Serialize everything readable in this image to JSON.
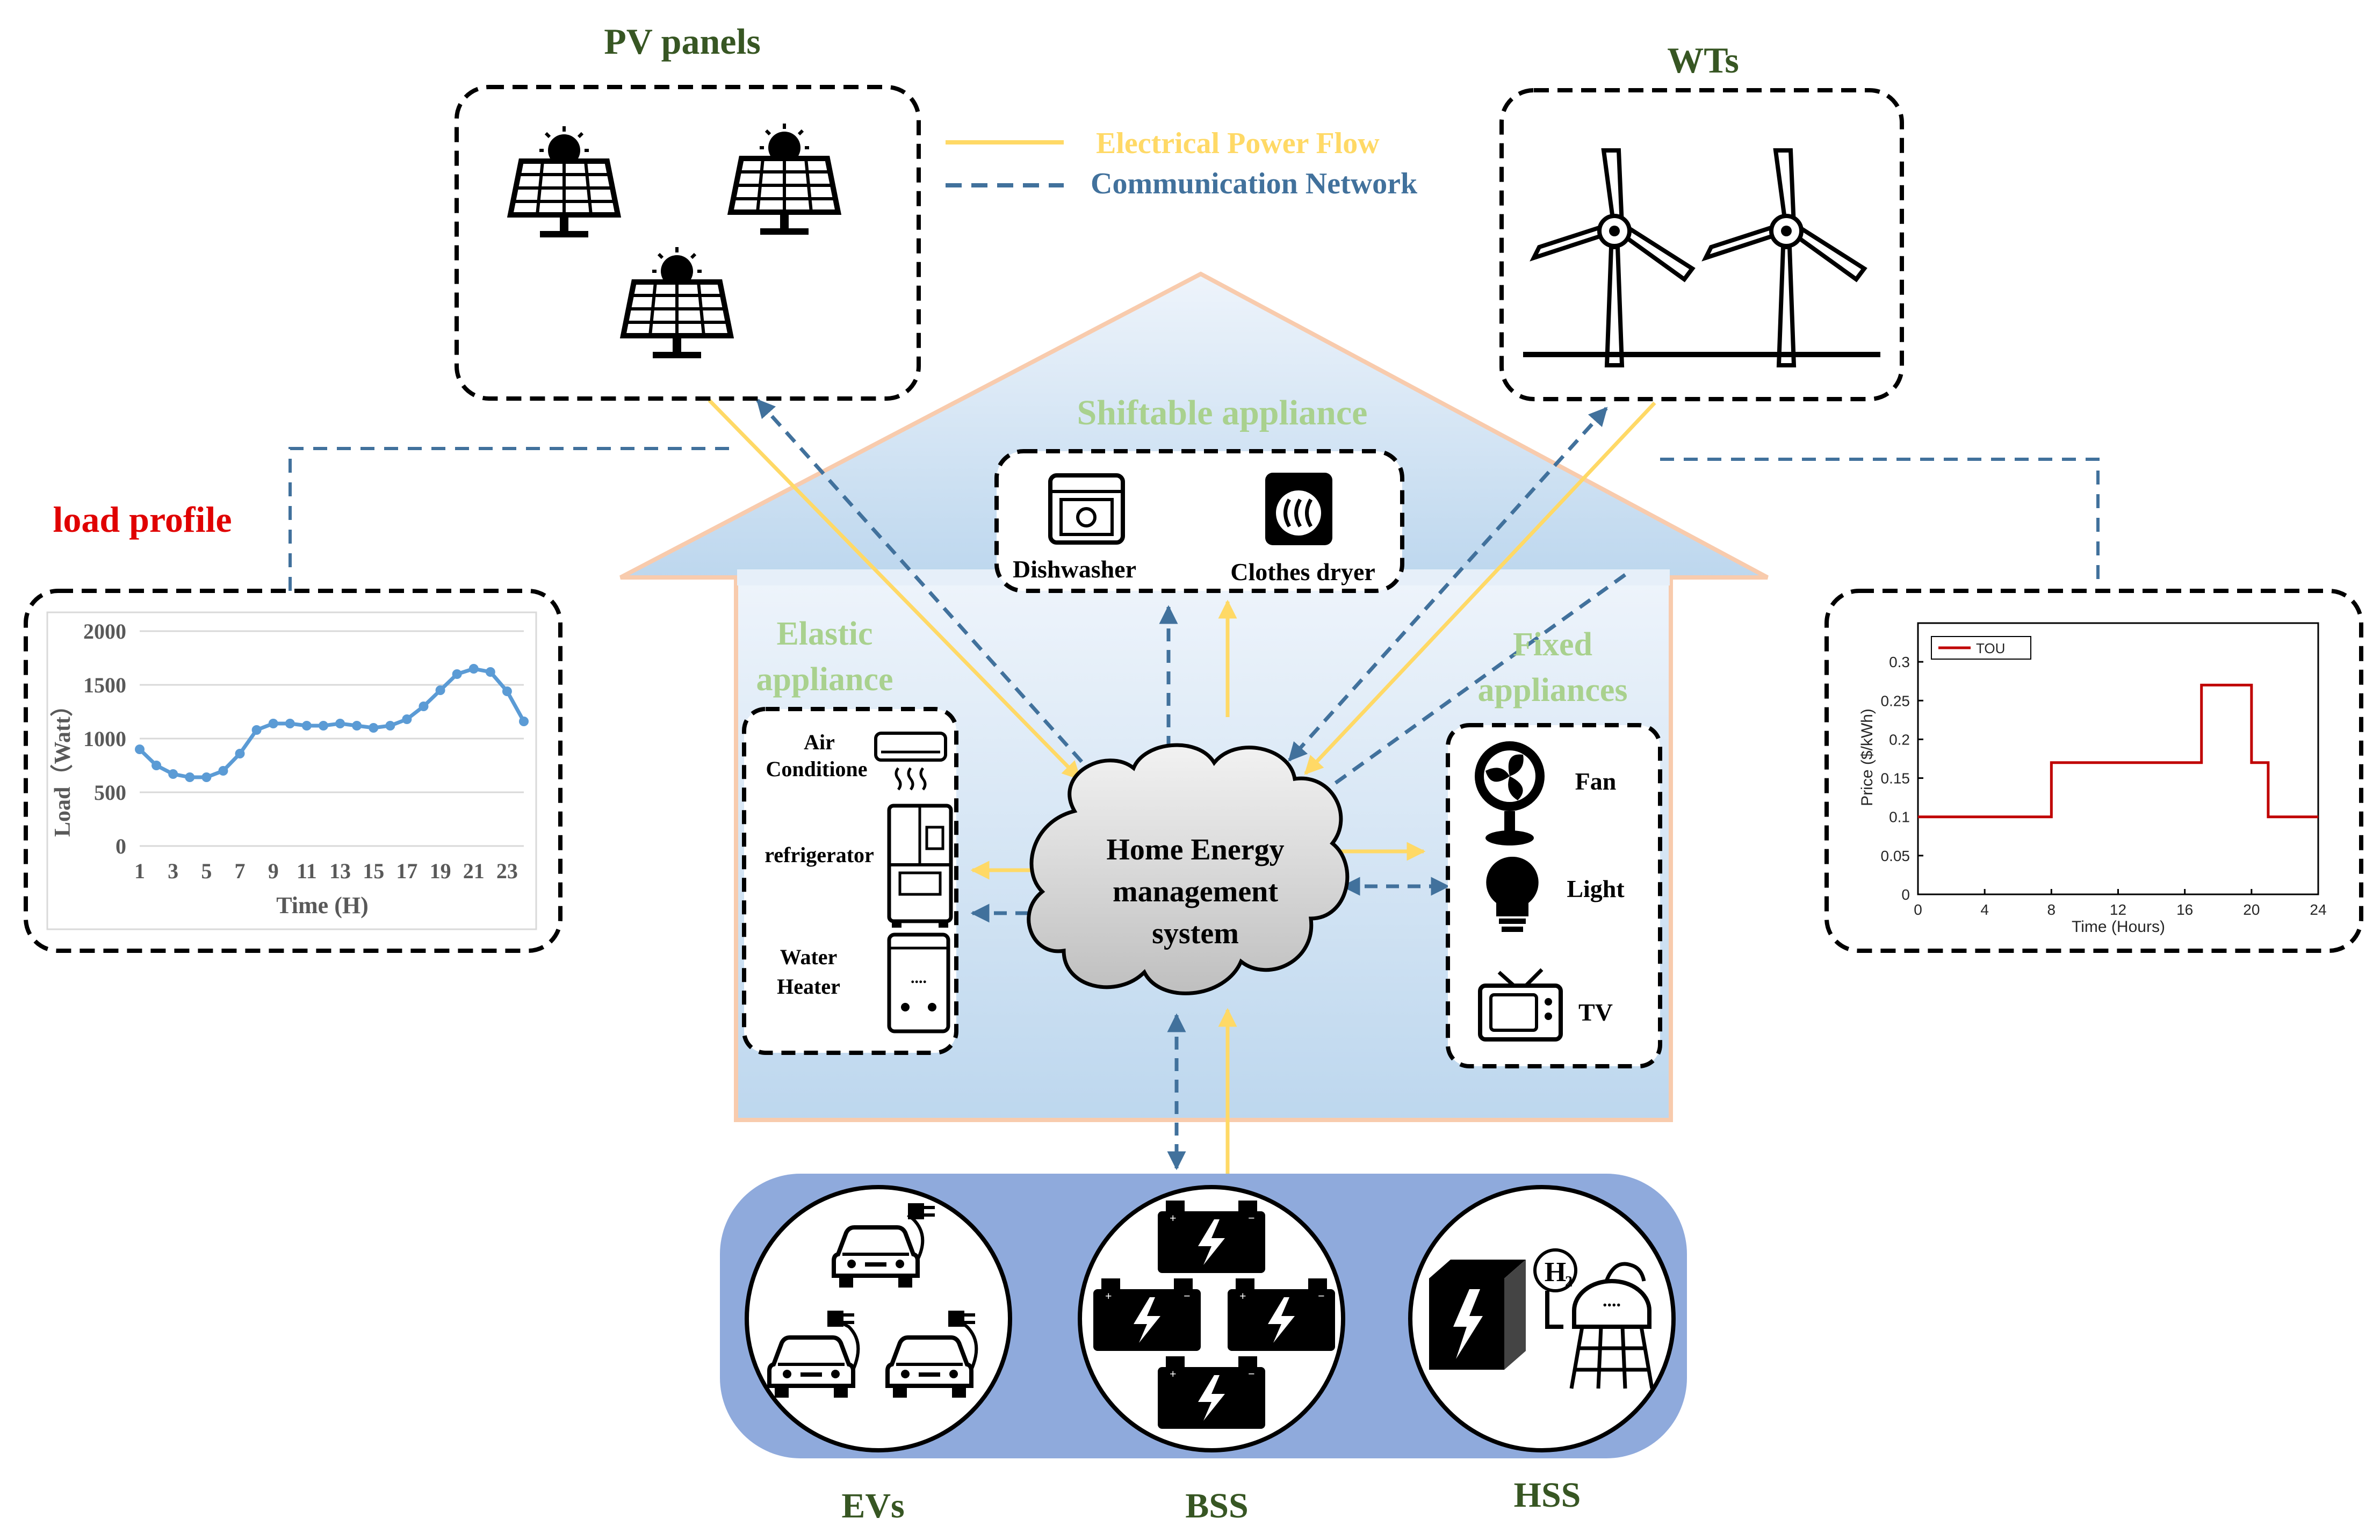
{
  "labels": {
    "pv_panels": "PV panels",
    "wts": "WTs",
    "load_profile": "load profile",
    "shiftable": "Shiftable appliance",
    "elastic_1": "Elastic",
    "elastic_2": "appliance",
    "fixed_1": "Fixed",
    "fixed_2": "appliances",
    "hems_1": "Home Energy",
    "hems_2": "management",
    "hems_3": "system",
    "evs": "EVs",
    "bss": "BSS",
    "hss": "HSS"
  },
  "legend": {
    "power": "Electrical Power Flow",
    "comm": "Communication Network"
  },
  "appliances": {
    "dishwasher": "Dishwasher",
    "clothes_dryer": "Clothes dryer",
    "ac_1": "Air",
    "ac_2": "Conditione",
    "refrigerator": "refrigerator",
    "heater_1": "Water",
    "heater_2": "Heater",
    "heater_display": "....",
    "fan": "Fan",
    "light": "Light",
    "tv": "TV",
    "h2_symbol": "H",
    "h2_sub": "2"
  },
  "colors": {
    "power": "#FFD966",
    "comm": "#41719C",
    "green_label": "#A9D18E",
    "dark_green": "#375623",
    "red": "#E00000",
    "storage_panel": "#8FAADC",
    "house_fill_top": "#DDEBF7",
    "house_fill_bottom": "#BDD7EE",
    "house_outline": "#F8CBAD",
    "load_line": "#5B9BD5",
    "tou_line": "#C00000"
  },
  "chart_data": [
    {
      "type": "line",
      "xlabel": "Time (H)",
      "ylabel": "Load（Watt）",
      "x": [
        1,
        2,
        3,
        4,
        5,
        6,
        7,
        8,
        9,
        10,
        11,
        12,
        13,
        14,
        15,
        16,
        17,
        18,
        19,
        20,
        21,
        22,
        23,
        24
      ],
      "xticks": [
        "1",
        "3",
        "5",
        "7",
        "9",
        "11",
        "13",
        "15",
        "17",
        "19",
        "21",
        "23"
      ],
      "yticks": [
        "0",
        "500",
        "1000",
        "1500",
        "2000"
      ],
      "ylim": [
        0,
        2000
      ],
      "grid": true,
      "series": [
        {
          "values": [
            900,
            750,
            670,
            640,
            640,
            700,
            860,
            1080,
            1140,
            1140,
            1120,
            1120,
            1140,
            1120,
            1100,
            1120,
            1180,
            1300,
            1450,
            1600,
            1650,
            1620,
            1440,
            1160
          ]
        }
      ]
    },
    {
      "type": "line",
      "xlabel": "Time (Hours)",
      "ylabel": "Price ($/kWh)",
      "xlim": [
        0,
        24
      ],
      "ylim": [
        0,
        0.35
      ],
      "xticks": [
        "0",
        "4",
        "8",
        "12",
        "16",
        "20",
        "24"
      ],
      "yticks": [
        "0",
        "0.05",
        "0.1",
        "0.15",
        "0.2",
        "0.25",
        "0.3"
      ],
      "legend": "top-left",
      "series": [
        {
          "name": "TOU",
          "x": [
            0,
            8,
            8,
            17,
            17,
            20,
            20,
            21,
            21,
            24
          ],
          "values": [
            0.1,
            0.1,
            0.17,
            0.17,
            0.27,
            0.27,
            0.17,
            0.17,
            0.1,
            0.1
          ]
        }
      ]
    }
  ]
}
